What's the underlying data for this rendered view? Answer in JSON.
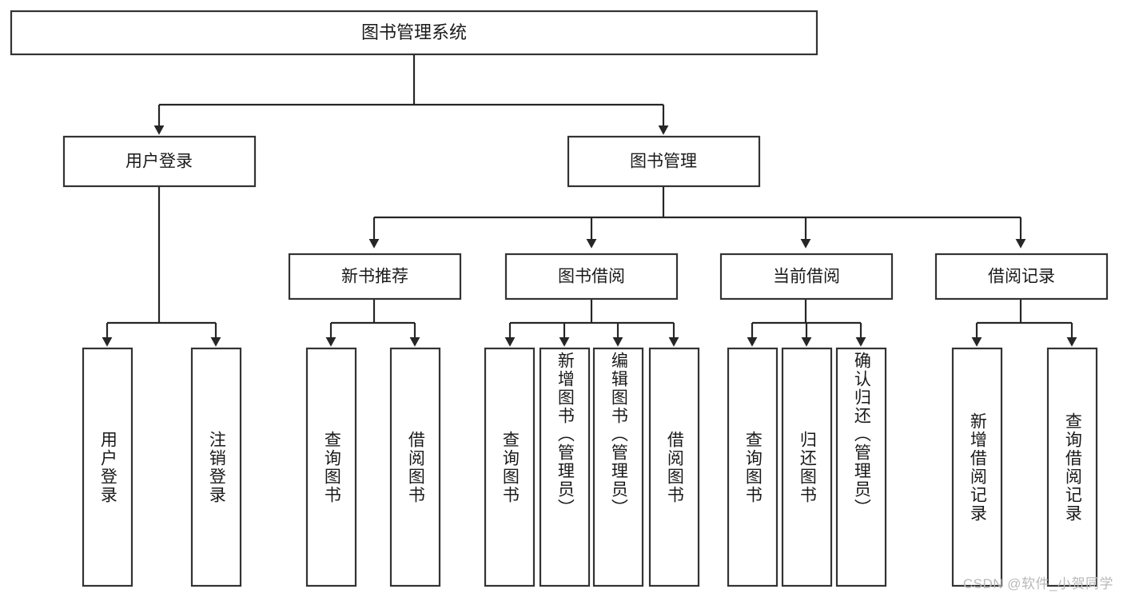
{
  "diagram": {
    "title": "图书管理系统",
    "watermark": "CSDN @软件_小贺同学",
    "orientation": "top-down-tree",
    "levels": 4,
    "colors": {
      "box_fill": "#ffffff",
      "box_stroke": "#333333",
      "connector": "#262626",
      "text": "#1a1a1a",
      "watermark": "#b9b9b9",
      "background": "#ffffff"
    },
    "root": {
      "label": "图书管理系统"
    },
    "level2": [
      {
        "label": "用户登录"
      },
      {
        "label": "图书管理"
      }
    ],
    "level3": [
      {
        "label": "新书推荐",
        "parent": "图书管理"
      },
      {
        "label": "图书借阅",
        "parent": "图书管理"
      },
      {
        "label": "当前借阅",
        "parent": "图书管理"
      },
      {
        "label": "借阅记录",
        "parent": "图书管理"
      }
    ],
    "leaves": {
      "user_login": [
        {
          "label": "用户登录"
        },
        {
          "label": "注销登录"
        }
      ],
      "new_book_recommend": [
        {
          "label": "查询图书"
        },
        {
          "label": "借阅图书"
        }
      ],
      "book_borrow": [
        {
          "label": "查询图书"
        },
        {
          "label": "新增图书（管理员）"
        },
        {
          "label": "编辑图书（管理员）"
        },
        {
          "label": "借阅图书"
        }
      ],
      "current_borrow": [
        {
          "label": "查询图书"
        },
        {
          "label": "归还图书"
        },
        {
          "label": "确认归还（管理员）"
        }
      ],
      "borrow_record": [
        {
          "label": "新增借阅记录"
        },
        {
          "label": "查询借阅记录"
        }
      ]
    }
  }
}
